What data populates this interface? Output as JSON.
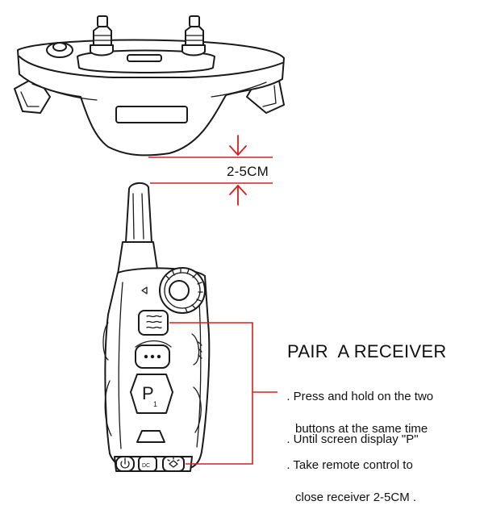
{
  "distance_label": "2-5CM",
  "title": "PAIR  A RECEIVER",
  "steps": [
    {
      "line1": ". Press and hold on the two",
      "line2": "buttons at the same time"
    },
    {
      "line1": ". Until screen display \"P\"",
      "line2": ""
    },
    {
      "line1": ". Take remote control to",
      "line2": "close receiver 2-5CM ."
    }
  ],
  "remote": {
    "display_letter": "P",
    "display_number": "1",
    "button_label": "DC",
    "icons": [
      "vibration-icon",
      "tone-icon",
      "power-icon",
      "light-icon"
    ]
  },
  "colors": {
    "line_art": "#1a1a1a",
    "callout": "#d62020",
    "background": "#ffffff"
  }
}
